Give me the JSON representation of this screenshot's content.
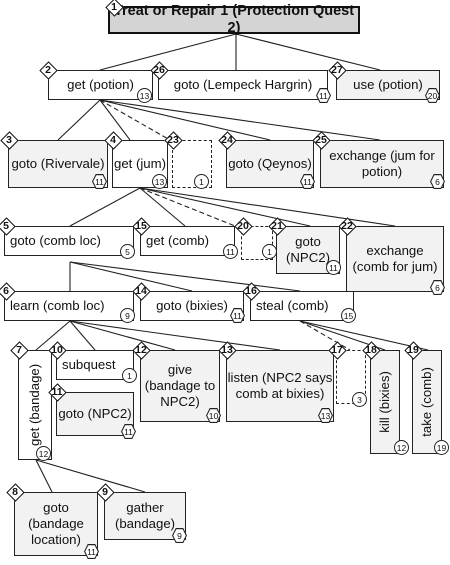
{
  "nodes": {
    "n1": {
      "num": "1",
      "label": "Treat or Repair 1 (Protection Quest 2)",
      "badge": ""
    },
    "n2": {
      "num": "2",
      "label": "get (potion)",
      "badge": "13"
    },
    "n26": {
      "num": "26",
      "label": "goto (Lempeck Hargrin)",
      "badge": "11"
    },
    "n27": {
      "num": "27",
      "label": "use (potion)",
      "badge": "20"
    },
    "n3": {
      "num": "3",
      "label": "goto (Rivervale)",
      "badge": "11"
    },
    "n4": {
      "num": "4",
      "label": "get (jum)",
      "badge": "13"
    },
    "n23": {
      "num": "23",
      "label": "",
      "badge": "1"
    },
    "n24": {
      "num": "24",
      "label": "goto (Qeynos)",
      "badge": "11"
    },
    "n25": {
      "num": "25",
      "label": "exchange (jum for potion)",
      "badge": "6"
    },
    "n5": {
      "num": "5",
      "label": "goto (comb loc)",
      "badge": "5"
    },
    "n15": {
      "num": "15",
      "label": "get (comb)",
      "badge": "11"
    },
    "n20": {
      "num": "20",
      "label": "",
      "badge": "1"
    },
    "n21": {
      "num": "21",
      "label": "goto (NPC2)",
      "badge": "11"
    },
    "n22": {
      "num": "22",
      "label": "exchange (comb for jum)",
      "badge": "6"
    },
    "n6": {
      "num": "6",
      "label": "learn (comb loc)",
      "badge": "9"
    },
    "n14": {
      "num": "14",
      "label": "goto (bixies)",
      "badge": "11"
    },
    "n16": {
      "num": "16",
      "label": "steal (comb)",
      "badge": "15"
    },
    "n7": {
      "num": "7",
      "label": "get (bandage)",
      "badge": "12"
    },
    "n10": {
      "num": "10",
      "label": "subquest",
      "badge": "1"
    },
    "n11": {
      "num": "11",
      "label": "goto (NPC2)",
      "badge": "11"
    },
    "n12": {
      "num": "12",
      "label": "give (bandage to NPC2)",
      "badge": "10"
    },
    "n13": {
      "num": "13",
      "label": "listen (NPC2 says comb at bixies)",
      "badge": "13"
    },
    "n17": {
      "num": "17",
      "label": "",
      "badge": "3"
    },
    "n18": {
      "num": "18",
      "label": "kill (bixies)",
      "badge": "12"
    },
    "n19": {
      "num": "19",
      "label": "take (comb)",
      "badge": "19"
    },
    "n8": {
      "num": "8",
      "label": "goto (bandage location)",
      "badge": "11"
    },
    "n9": {
      "num": "9",
      "label": "gather (bandage)",
      "badge": "9"
    }
  },
  "colors": {
    "node_fill": "#f2f2f2",
    "root_fill": "#d4d4d4",
    "line": "#222222"
  },
  "icons": {
    "node_number": "diamond",
    "badge_shapes": [
      "circle",
      "hexagon"
    ]
  }
}
